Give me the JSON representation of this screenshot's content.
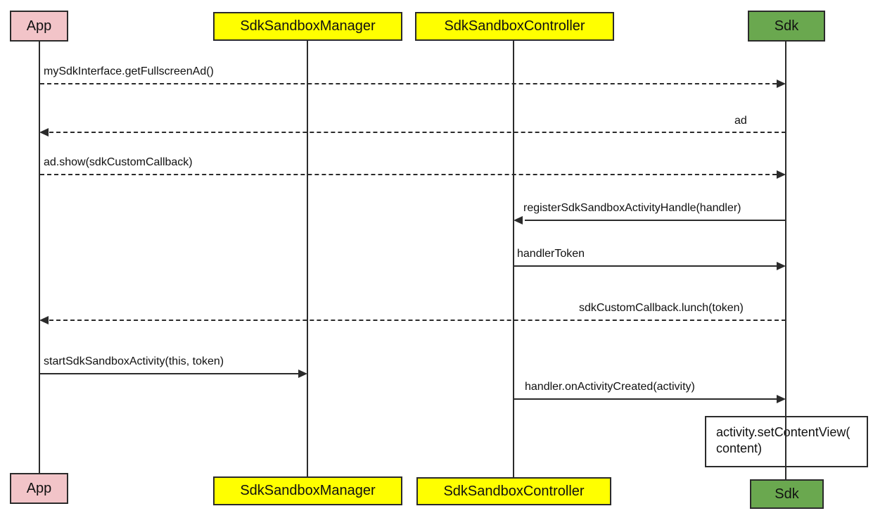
{
  "diagram_type": "uml-sequence-diagram",
  "actors": [
    {
      "name": "App",
      "fill": "#f2c4c8"
    },
    {
      "name": "SdkSandboxManager",
      "fill": "#ffff00"
    },
    {
      "name": "SdkSandboxController",
      "fill": "#ffff00"
    },
    {
      "name": "Sdk",
      "fill": "#6aa84f"
    }
  ],
  "messages": [
    {
      "label": "mySdkInterface.getFullscreenAd()",
      "from": "App",
      "to": "Sdk",
      "line": "dashed",
      "arrow": "right"
    },
    {
      "label": "ad",
      "from": "Sdk",
      "to": "App",
      "line": "dashed",
      "arrow": "left"
    },
    {
      "label": "ad.show(sdkCustomCallback)",
      "from": "App",
      "to": "Sdk",
      "line": "dashed",
      "arrow": "right"
    },
    {
      "label": "registerSdkSandboxActivityHandle(handler)",
      "from": "Sdk",
      "to": "SdkSandboxController",
      "line": "solid",
      "arrow": "left"
    },
    {
      "label": "handlerToken",
      "from": "SdkSandboxController",
      "to": "Sdk",
      "line": "solid",
      "arrow": "right"
    },
    {
      "label": "sdkCustomCallback.lunch(token)",
      "from": "Sdk",
      "to": "App",
      "line": "dashed",
      "arrow": "left"
    },
    {
      "label": "startSdkSandboxActivity(this, token)",
      "from": "App",
      "to": "SdkSandboxManager",
      "line": "solid",
      "arrow": "right"
    },
    {
      "label": "handler.onActivityCreated(activity)",
      "from": "SdkSandboxController",
      "to": "Sdk",
      "line": "solid",
      "arrow": "right"
    }
  ],
  "note": {
    "line1": "activity.setContentView(",
    "line2": "content)"
  },
  "colors": {
    "line": "#2b2b2b",
    "background": "#ffffff"
  }
}
